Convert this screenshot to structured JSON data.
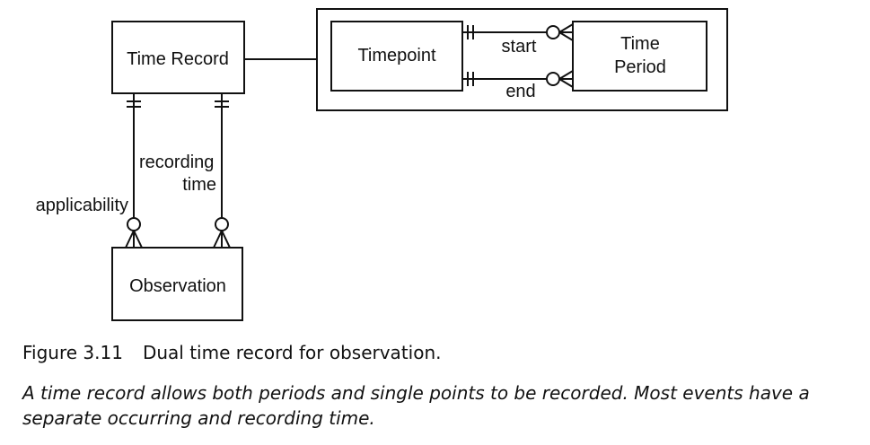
{
  "entities": {
    "time_record": "Time Record",
    "timepoint": "Timepoint",
    "time_period_line1": "Time",
    "time_period_line2": "Period",
    "observation": "Observation"
  },
  "relationships": {
    "start": "start",
    "end": "end",
    "recording_time_line1": "recording",
    "recording_time_line2": "time",
    "applicability": "applicability"
  },
  "caption": {
    "figure_number": "Figure 3.11",
    "title": "Dual time record for observation.",
    "body": "A time record allows both periods and single points to be recorded. Most events have a separate occurring and recording time."
  }
}
